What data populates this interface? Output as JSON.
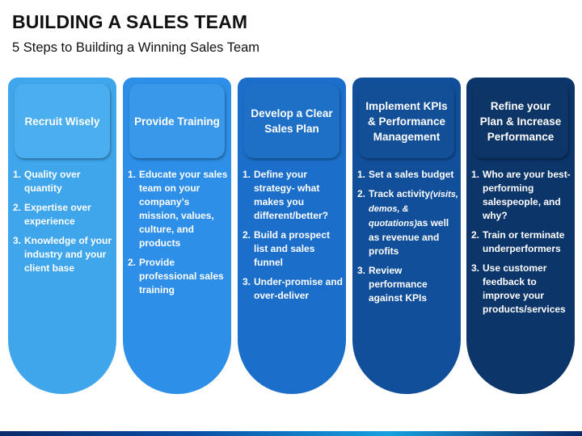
{
  "title": "BUILDING A SALES TEAM",
  "subtitle": "5 Steps to Building a Winning Sales Team",
  "colors": {
    "col1": "#40a8ec",
    "col2": "#2e8ee6",
    "col3": "#1c6fc9",
    "col4": "#114f9a",
    "col5": "#0c3568"
  },
  "steps": [
    {
      "heading": "Recruit Wisely",
      "items": [
        "Quality over quantity",
        "Expertise over experience",
        "Knowledge of your industry and your client base"
      ]
    },
    {
      "heading": "Provide Training",
      "items": [
        "Educate your sales team on your company’s mission, values, culture, and products",
        "Provide professional sales training"
      ]
    },
    {
      "heading": "Develop a Clear Sales Plan",
      "items": [
        "Define your strategy- what makes you different/better?",
        "Build a prospect list and sales funnel",
        "Under-promise and over-deliver"
      ]
    },
    {
      "heading": "Implement KPIs & Performance Management",
      "items": [
        "Set a sales budget",
        "Track activity",
        "Review performance against KPIs"
      ],
      "item2_italic": "(visits, demos, & quotations)",
      "item2_tail": "as well as revenue and profits"
    },
    {
      "heading": "Refine your Plan & Increase Performance",
      "items": [
        "Who are your best-performing salespeople, and why?",
        "Train or terminate underperformers",
        "Use customer feedback to improve your products/services"
      ]
    }
  ]
}
